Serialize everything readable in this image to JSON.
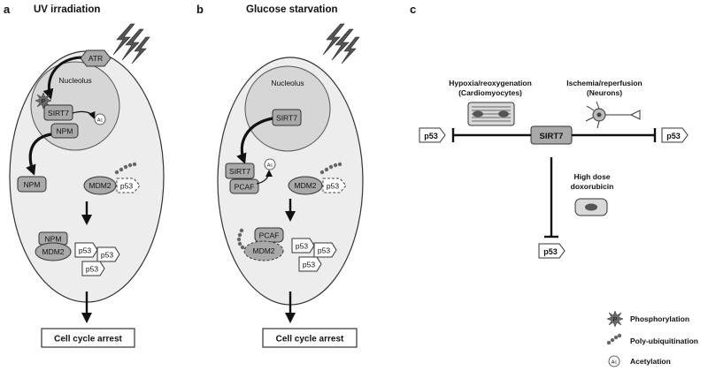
{
  "panels": {
    "a": {
      "letter": "a",
      "title": "UV irradiation",
      "atr": "ATR",
      "nucleolus": "Nucleolus",
      "p_mark": "P",
      "sirt7": "SIRT7",
      "ac": "Ac",
      "npm": "NPM",
      "npm_out": "NPM",
      "mdm2": "MDM2",
      "p53": "p53",
      "complex_npm": "NPM",
      "complex_mdm2": "MDM2",
      "p53_a": "p53",
      "p53_b": "p53",
      "p53_c": "p53",
      "outcome": "Cell cycle arrest"
    },
    "b": {
      "letter": "b",
      "title": "Glucose starvation",
      "nucleolus": "Nucleolus",
      "sirt7_nuc": "SIRT7",
      "sirt7": "SIRT7",
      "pcaf": "PCAF",
      "ac": "Ac",
      "mdm2": "MDM2",
      "p53": "p53",
      "complex_pcaf": "PCAF",
      "complex_mdm2": "MDM2",
      "p53_a": "p53",
      "p53_b": "p53",
      "p53_c": "p53",
      "outcome": "Cell cycle arrest"
    },
    "c": {
      "letter": "c",
      "hypoxia_line1": "Hypoxia/reoxygenation",
      "hypoxia_line2": "(Cardiomyocytes)",
      "ischemia_line1": "Ischemia/reperfusion",
      "ischemia_line2": "(Neurons)",
      "sirt7": "SIRT7",
      "p53_left": "p53",
      "p53_right": "p53",
      "p53_bottom": "p53",
      "dox_line1": "High dose",
      "dox_line2": "doxorubicin"
    }
  },
  "legend": {
    "p_mark": "P",
    "phosphorylation": "Phosphorylation",
    "polyubiquitination": "Poly-ubiquitination",
    "ac_mark": "Ac",
    "acetylation": "Acetylation"
  },
  "colors": {
    "cell_fill": "#ededed",
    "nucleolus_fill": "#d6d6d6",
    "protein_fill": "#a9a9a9",
    "protein_dark": "#8c8c8c",
    "ubiquitin": "#666666",
    "stroke": "#333333"
  }
}
